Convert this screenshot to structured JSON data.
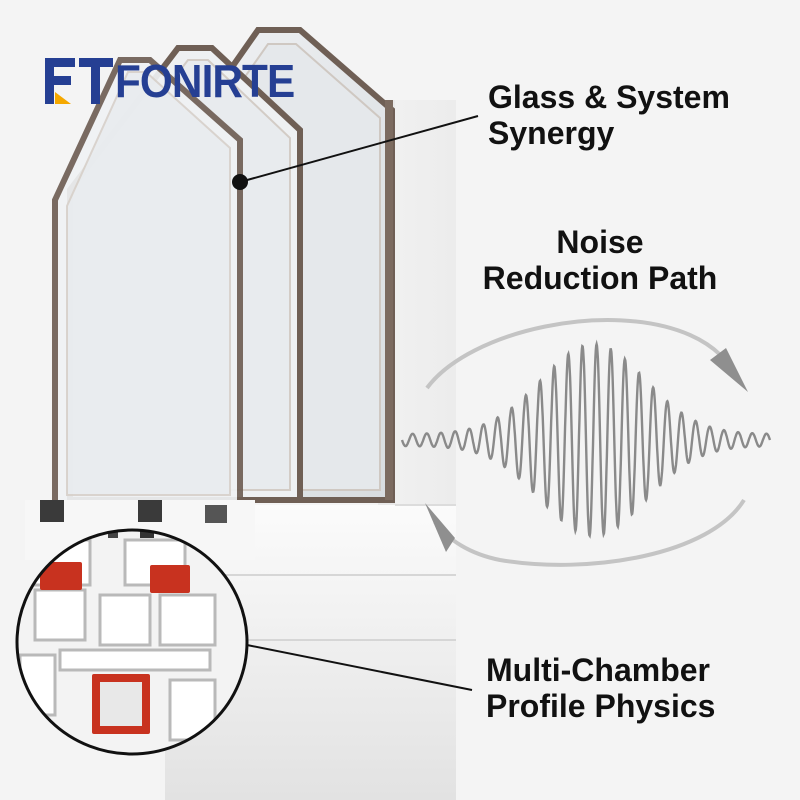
{
  "brand": {
    "name": "FONIRTE",
    "primary_color": "#253f93",
    "accent_color": "#f5a800"
  },
  "callouts": {
    "glass": {
      "line1": "Glass & System",
      "line2": "Synergy"
    },
    "noise": {
      "line1": "Noise",
      "line2": "Reduction Path"
    },
    "profile": {
      "line1": "Multi-Chamber",
      "line2": "Profile Physics"
    }
  },
  "colors": {
    "background": "#f4f4f4",
    "frame_white": "#ffffff",
    "glass_tint": "#e6e9ec",
    "chamber_red": "#c8321f",
    "wave_gray": "#8a8a8a"
  }
}
